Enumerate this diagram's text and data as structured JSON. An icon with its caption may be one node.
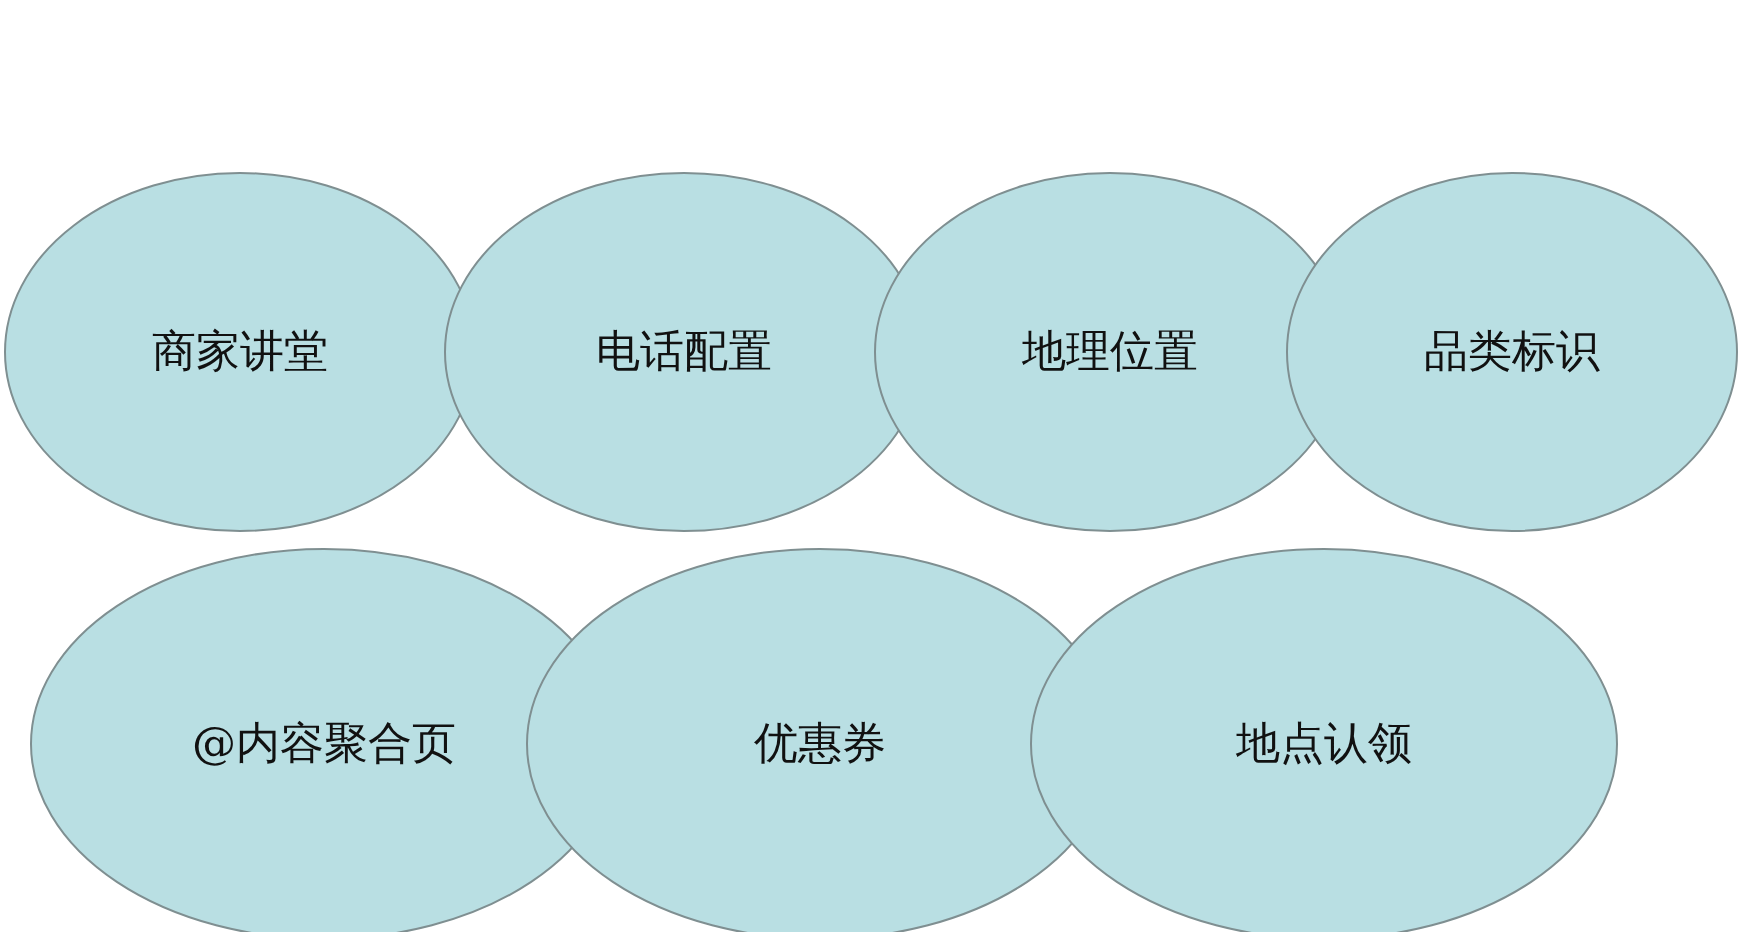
{
  "diagram": {
    "nodes": [
      {
        "text": [
          "商家讲堂"
        ]
      },
      {
        "text": [
          "电话配置"
        ]
      },
      {
        "text": [
          "地理位置"
        ]
      },
      {
        "text": [
          "品类标识"
        ]
      },
      {
        "text": [
          "@内容聚合页"
        ]
      },
      {
        "text": [
          "优惠券"
        ]
      },
      {
        "text": [
          "地点认领"
        ]
      }
    ]
  }
}
